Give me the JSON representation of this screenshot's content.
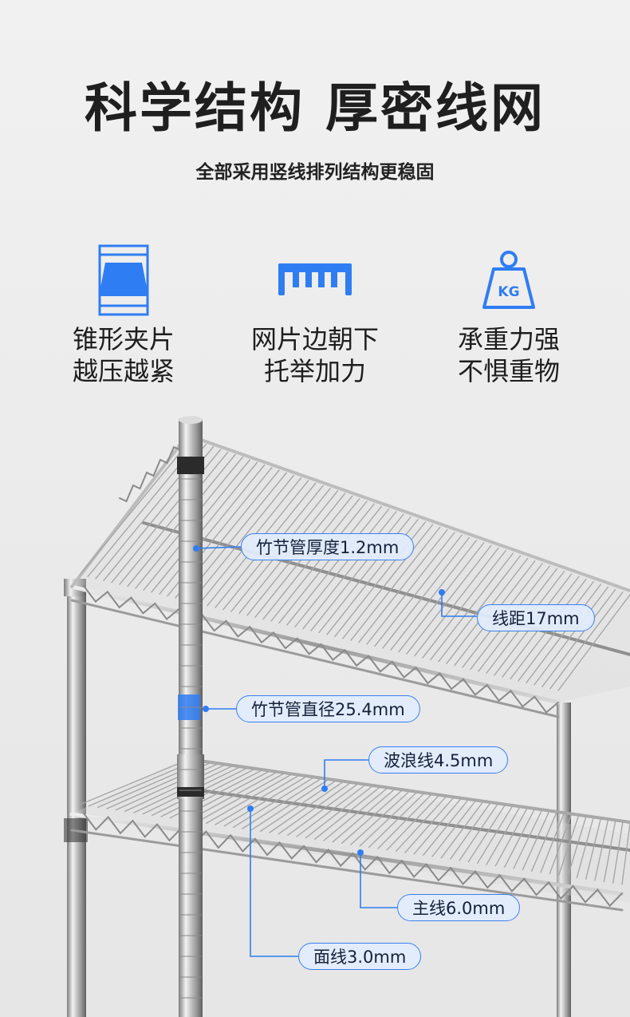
{
  "header": {
    "title": "科学结构 厚密线网",
    "subtitle": "全部采用竖线排列结构更稳固"
  },
  "features": [
    {
      "icon": "clip-icon",
      "line1": "锥形夹片",
      "line2": "越压越紧"
    },
    {
      "icon": "comb-icon",
      "line1": "网片边朝下",
      "line2": "托举加力"
    },
    {
      "icon": "kg-weight-icon",
      "line1": "承重力强",
      "line2": "不惧重物",
      "badge": "KG"
    }
  ],
  "callouts": {
    "tube_thickness": "竹节管厚度1.2mm",
    "wire_spacing": "线距17mm",
    "tube_diameter": "竹节管直径25.4mm",
    "wave_wire": "波浪线4.5mm",
    "main_wire": "主线6.0mm",
    "surface_wire": "面线3.0mm"
  },
  "colors": {
    "accent": "#2f7df2",
    "text_dark": "#1f1f1f",
    "callout_bg": "#e1ecfc"
  }
}
